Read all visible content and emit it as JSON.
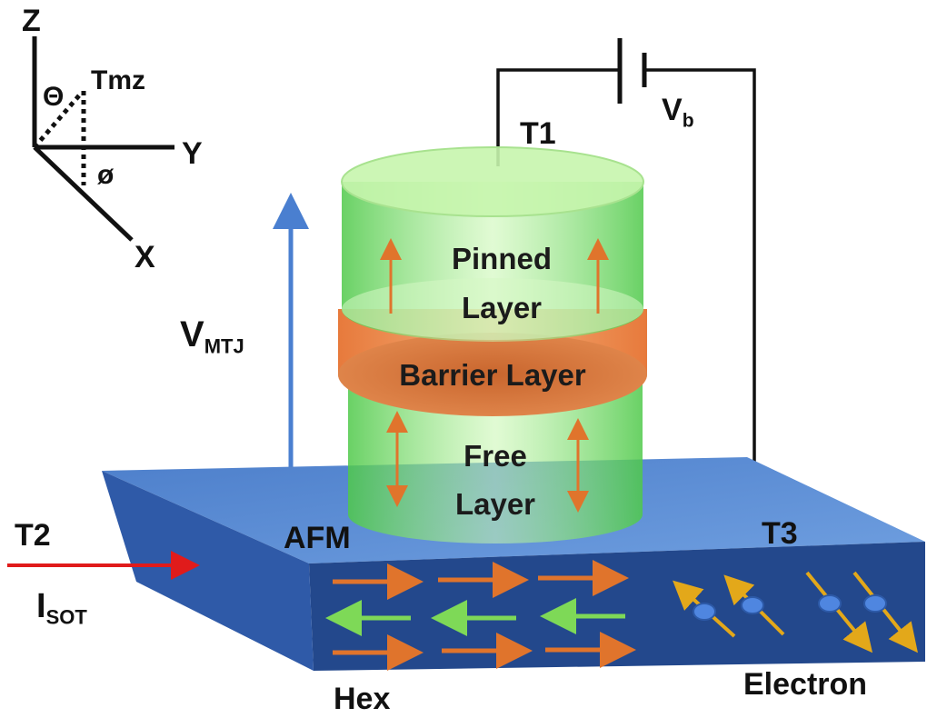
{
  "axes": {
    "z": "Z",
    "y": "Y",
    "x": "X",
    "theta": "Θ",
    "phi": "ø",
    "tmz": "Tmz"
  },
  "terminals": {
    "t1": "T1",
    "t2": "T2",
    "t3": "T3"
  },
  "voltages": {
    "vb_main": "V",
    "vb_sub": "b",
    "vmtj_main": "V",
    "vmtj_sub": "MTJ"
  },
  "current": {
    "main": "I",
    "sub": "SOT"
  },
  "layers": {
    "pinned_line1": "Pinned",
    "pinned_line2": "Layer",
    "barrier": "Barrier Layer",
    "free_line1": "Free",
    "free_line2": "Layer"
  },
  "labels": {
    "afm": "AFM",
    "hex": "Hex",
    "electron": "Electron"
  },
  "colors": {
    "slab_top": "#5b8ed6",
    "slab_front": "#23488c",
    "slab_side": "#2f5aa8",
    "cylinder": "#7fe06a",
    "barrier": "#e07a3a",
    "orange_arrow": "#e0742c",
    "green_arrow": "#7ed957",
    "red_arrow": "#e01b1b",
    "blue_arrow": "#4a7fd0",
    "electron": "#4f86e0",
    "electron_arrow": "#e3a81a"
  }
}
